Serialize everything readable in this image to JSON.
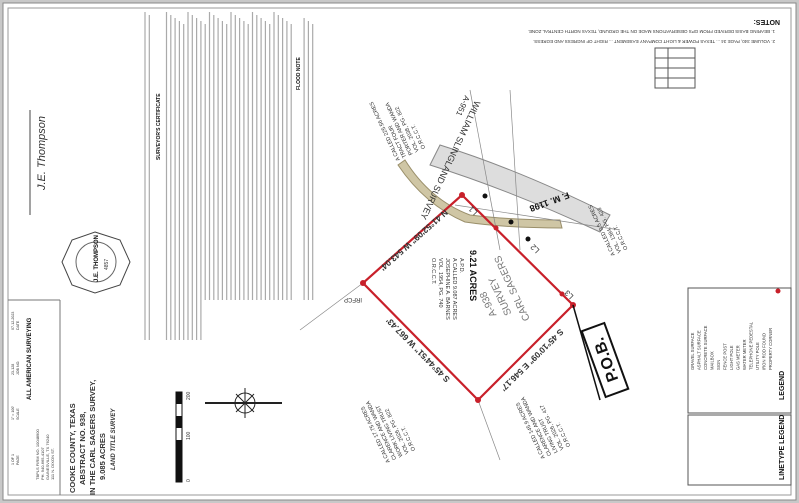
{
  "colors": {
    "boundary": "#c8202a",
    "road": "#b9ad8a",
    "ink": "#222222"
  },
  "notes": {
    "title": "NOTES:",
    "items": [
      "1. BEARING BASIS DERIVED FROM GPS OBSERVATIONS MADE ON THE GROUND, TEXAS NORTH CENTRAL ZONE.",
      "2. VOLUME 340, PAGE 34 ... TEXAS POWER & LIGHT COMPANY EASEMENT ... RIGHT OF INGRESS AND EGRESS."
    ]
  },
  "road": {
    "name": "F. M. 1198",
    "survey": "WILLIAM SLINGLAND SURVEY",
    "abstract": "A-951"
  },
  "tract": {
    "acres": "9.21 ACRES",
    "owner_lines": [
      "A.P.D.",
      "A CALLED 9.087 ACRES",
      "JOSEPHINE A. BARNES",
      "VOL. 1954, PG. 740",
      "O.R.C.C.T."
    ],
    "survey": "CARL SAGERS",
    "survey2": "SURVEY",
    "abstract": "A-938"
  },
  "calls": {
    "nw": "N 41°52'09\" W 543.04'",
    "sw": "S 45°44'51\" W 667.43'",
    "se": "S 45°10'09\" E 546.17'",
    "l1": "L1",
    "l2": "L2",
    "l3": "L3",
    "corner": "IRFCP"
  },
  "adjoiners": [
    {
      "lines": [
        "A CALLED 225.56 ACRES",
        "TRACT FOUR",
        "PORTER AND WANDA",
        "VOL. 2038, PG. 822",
        "O.R.C.C.T."
      ]
    },
    {
      "lines": [
        "A CALLED 17.75 ACRES",
        "CLARENCE AND WANDA",
        "WORK LIVING TRUST",
        "VOL. 2026, PG. 822",
        "O.R.C.C.T."
      ]
    },
    {
      "lines": [
        "A CALLED 145.9 ACRES",
        "CLARENCE AND WANDA",
        "LIVING TRUST",
        "VOL. 2026, PG. 417",
        "O.R.C.C.T."
      ]
    },
    {
      "lines": [
        "A CALLED 0.5 ACRES",
        "VOL. 1384, PG. 423",
        "O.R.C.C.T."
      ]
    }
  ],
  "pob": "P.O.B.",
  "legend": {
    "title": "LEGEND",
    "linetype_title": "LINETYPE LEGEND",
    "items": [
      "PROPERTY CORNER",
      "IRON ROD FOUND",
      "UTILITY POLE",
      "TELEPHONE PEDESTAL",
      "WATER METER",
      "GAS METER",
      "LIGHT POLE",
      "FENCE POST",
      "SIGN",
      "MAILBOX",
      "CONCRETE SURFACE",
      "ASPHALT SURFACE",
      "GRAVEL SURFACE"
    ]
  },
  "scale": {
    "ticks": [
      "0",
      "100",
      "200"
    ]
  },
  "title_block": {
    "lines": [
      "LAND TITLE SURVEY",
      "9.085 ACRES",
      "IN THE CARL SAGERS SURVEY,",
      "ABSTRACT NO. 938,",
      "COOKE COUNTY, TEXAS"
    ],
    "company": "ALL AMERICAN SURVEYING",
    "address": [
      "111 N. DIXON ST.",
      "GAINESVILLE, TX 76240",
      "PH. 940-665-4107",
      "TBPLS FIRM NO. 10048900"
    ],
    "fields": [
      {
        "label": "DATE",
        "value": "07-12-2023"
      },
      {
        "label": "JOB NO.",
        "value": "23-128"
      },
      {
        "label": "SCALE",
        "value": "1\" = 100'"
      },
      {
        "label": "PAGE",
        "value": "1 OF 1"
      }
    ]
  },
  "seal": {
    "name": "J.E. THOMPSON",
    "number": "4857"
  },
  "signature": "J.E. Thompson",
  "certificate": {
    "title": "SURVEYOR'S CERTIFICATE",
    "flood_title": "FLOOD NOTE"
  }
}
